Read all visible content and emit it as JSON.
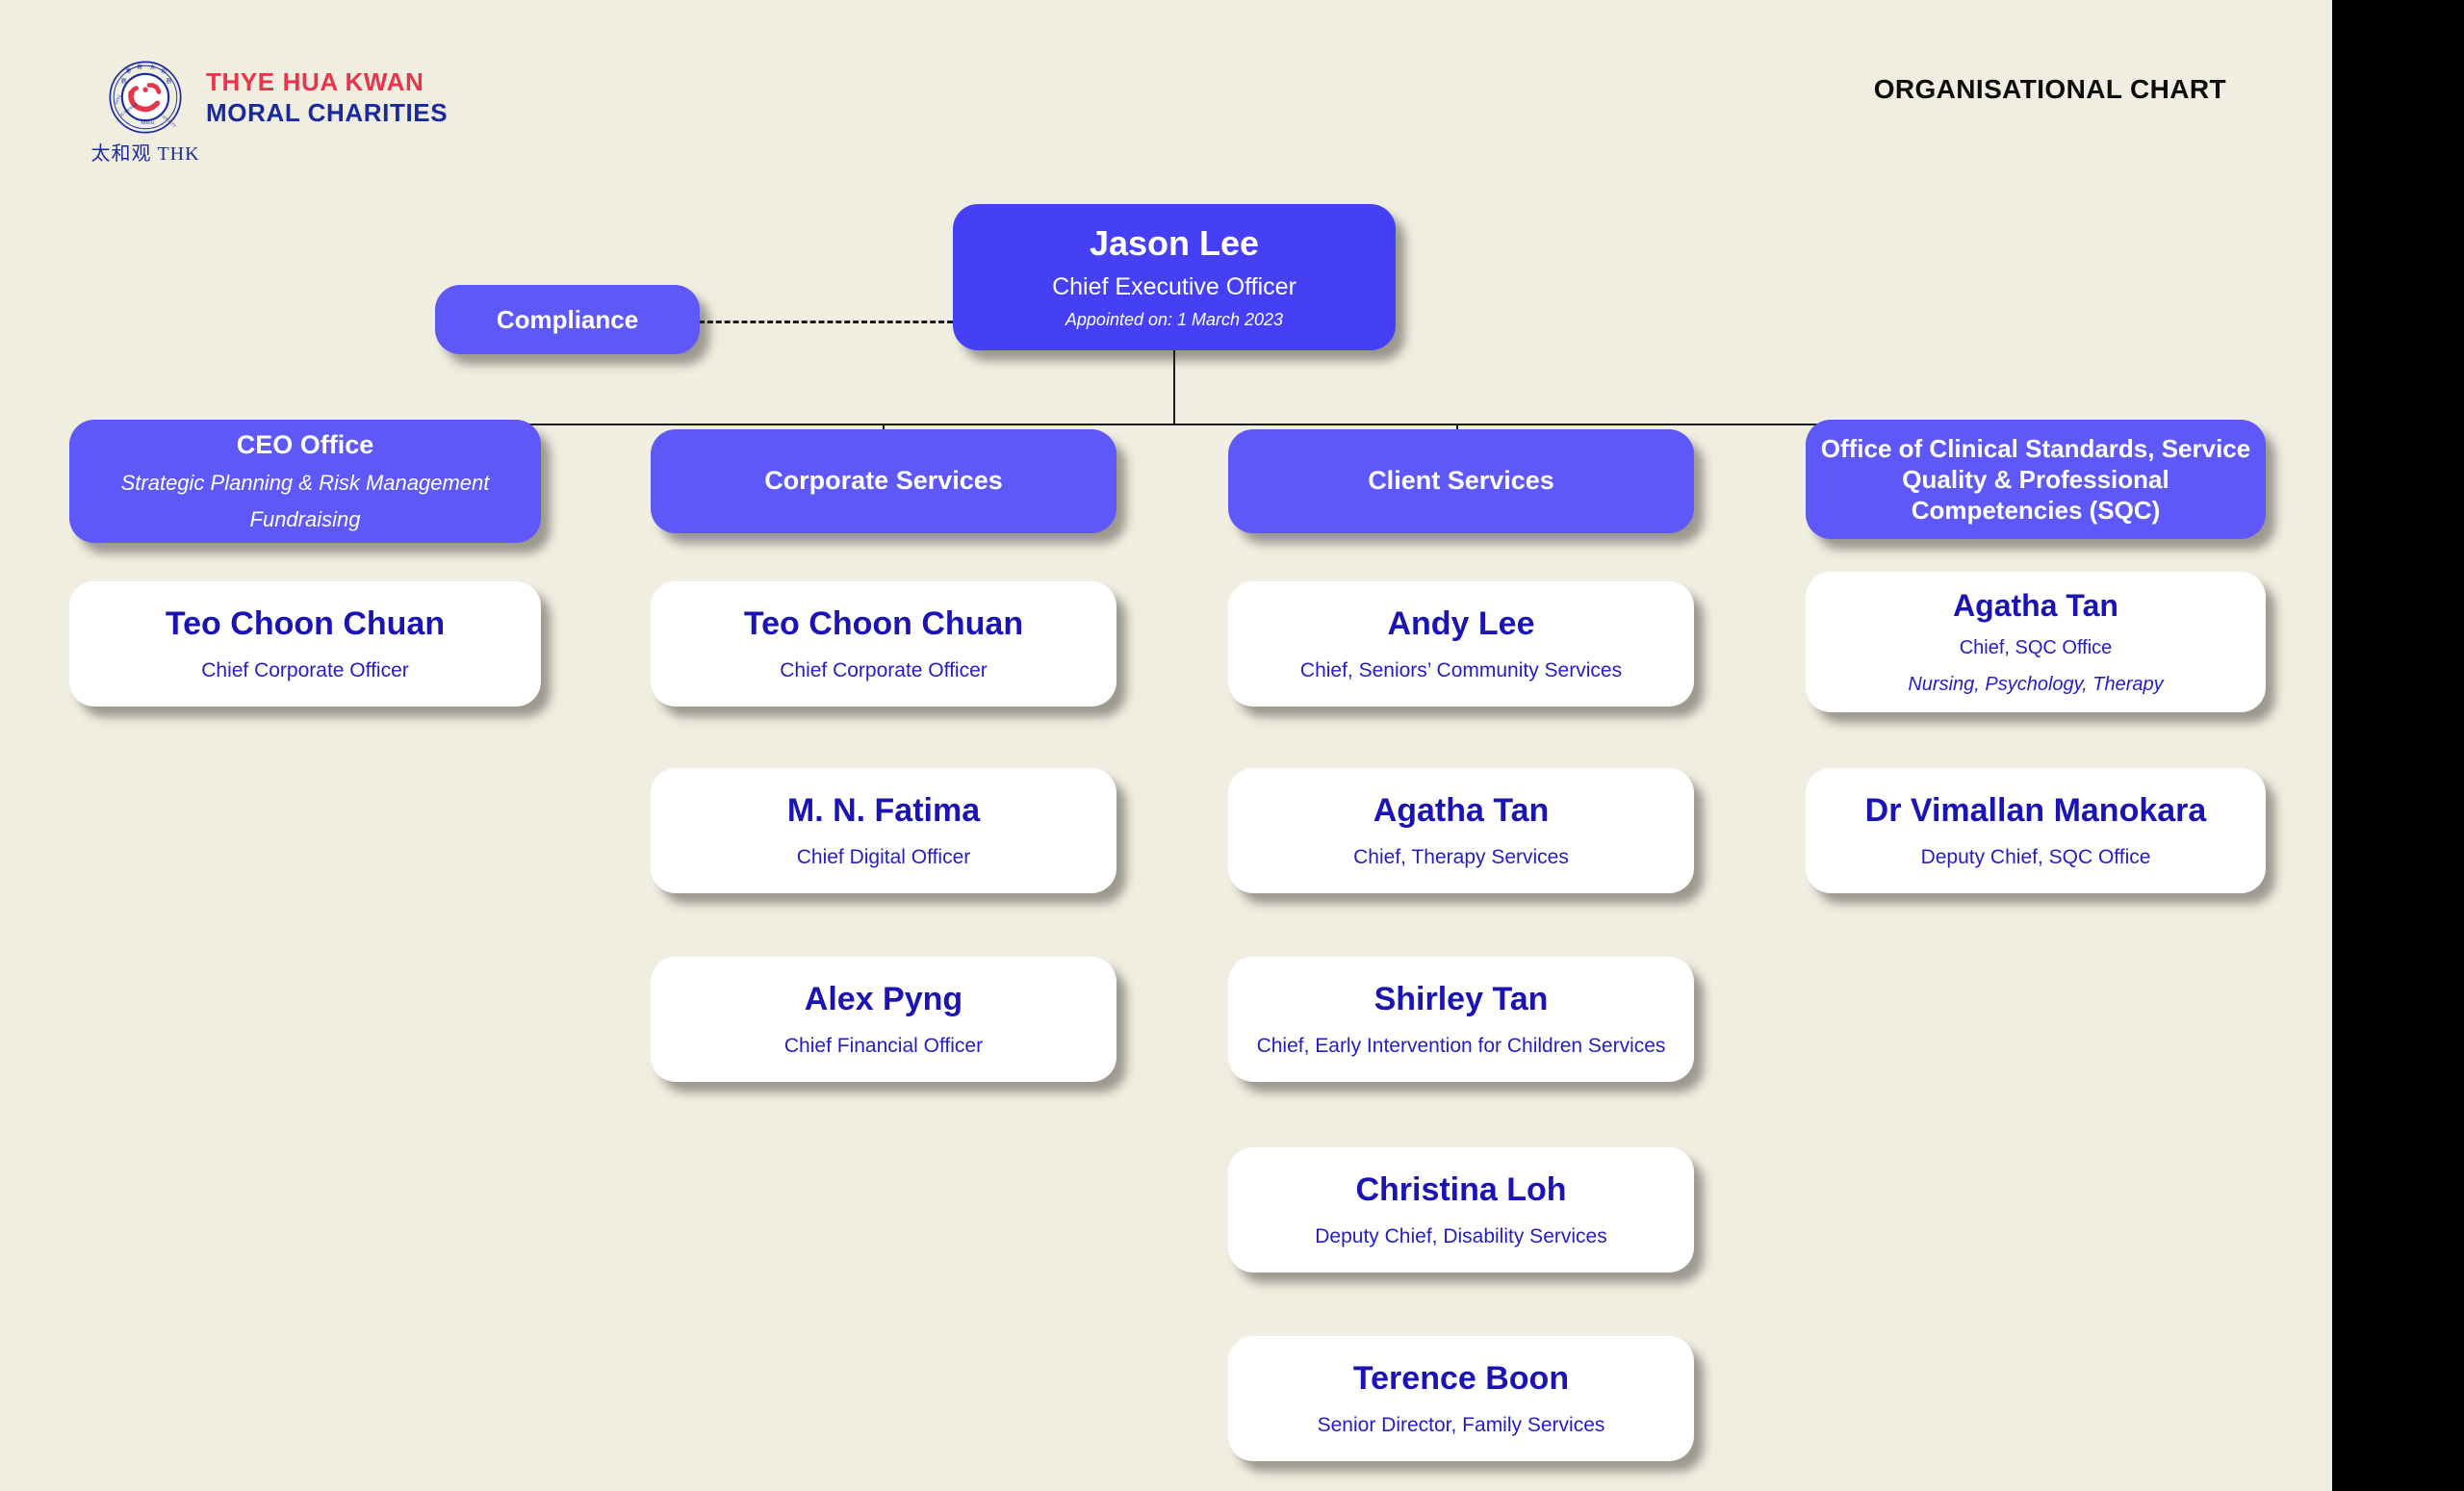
{
  "header": {
    "brand_line1": "THYE HUA KWAN",
    "brand_line2": "MORAL CHARITIES",
    "brand_chinese": "太和观 THK",
    "logo_icon": "thk-circular-seal-logo",
    "chart_title": "ORGANISATIONAL CHART"
  },
  "colors": {
    "background": "#F0EEE1",
    "node_purple": "#5D58F7",
    "node_purple_dark": "#4540F5",
    "name_blue": "#1B14B4",
    "role_blue": "#241CC7",
    "brand_red": "#E8354A",
    "brand_blue": "#1A2A9C",
    "connector": "#1B1B1B"
  },
  "ceo": {
    "name": "Jason Lee",
    "title": "Chief Executive Officer",
    "appointed": "Appointed on: 1 March 2023"
  },
  "compliance": {
    "label": "Compliance"
  },
  "divisions": [
    {
      "key": "ceo-office",
      "title": "CEO Office",
      "notes": [
        "Strategic Planning & Risk Management",
        "Fundraising"
      ],
      "people": [
        {
          "name": "Teo Choon Chuan",
          "role": "Chief Corporate Officer",
          "extra": ""
        }
      ]
    },
    {
      "key": "corporate-services",
      "title": "Corporate Services",
      "notes": [],
      "people": [
        {
          "name": "Teo Choon Chuan",
          "role": "Chief Corporate Officer",
          "extra": ""
        },
        {
          "name": "M. N. Fatima",
          "role": "Chief Digital Officer",
          "extra": ""
        },
        {
          "name": "Alex Pyng",
          "role": "Chief Financial Officer",
          "extra": ""
        }
      ]
    },
    {
      "key": "client-services",
      "title": "Client Services",
      "notes": [],
      "people": [
        {
          "name": "Andy Lee",
          "role": "Chief, Seniors’ Community Services",
          "extra": ""
        },
        {
          "name": "Agatha Tan",
          "role": "Chief, Therapy Services",
          "extra": ""
        },
        {
          "name": "Shirley Tan",
          "role": "Chief, Early Intervention for Children Services",
          "extra": ""
        },
        {
          "name": "Christina Loh",
          "role": "Deputy Chief, Disability Services",
          "extra": ""
        },
        {
          "name": "Terence Boon",
          "role": "Senior Director, Family Services",
          "extra": ""
        }
      ]
    },
    {
      "key": "sqc",
      "title": "Office of Clinical Standards, Service Quality & Professional Competencies (SQC)",
      "notes": [],
      "people": [
        {
          "name": "Agatha Tan",
          "role": "Chief, SQC Office",
          "extra": "Nursing, Psychology, Therapy"
        },
        {
          "name": "Dr Vimallan Manokara",
          "role": "Deputy Chief, SQC Office",
          "extra": ""
        }
      ]
    }
  ]
}
